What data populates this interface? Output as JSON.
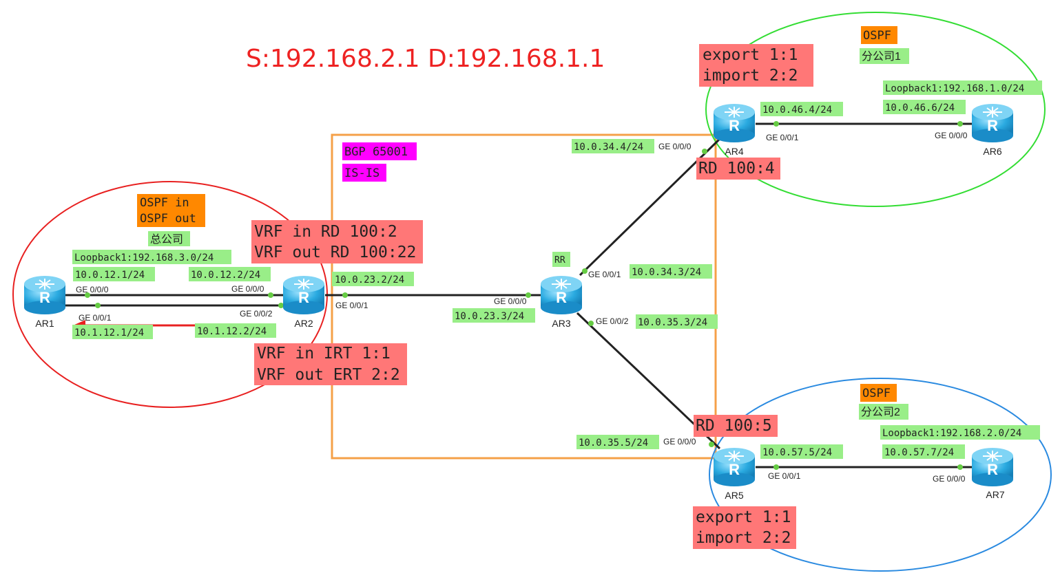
{
  "title": "S:192.168.2.1 D:192.168.1.1",
  "domains": {
    "bgp": "BGP 65001",
    "isis": "IS-IS",
    "hq_protocol": [
      "OSPF in",
      "OSPF out"
    ],
    "hq_name": "总公司",
    "branch1_protocol": "OSPF",
    "branch1_name": "分公司1",
    "branch2_protocol": "OSPF",
    "branch2_name": "分公司2"
  },
  "routers": {
    "ar1": "AR1",
    "ar2": "AR2",
    "ar3": "AR3",
    "ar3_role": "RR",
    "ar4": "AR4",
    "ar5": "AR5",
    "ar6": "AR6",
    "ar7": "AR7"
  },
  "addresses": {
    "hq_loopback": "Loopback1:192.168.3.0/24",
    "ar1_ge000": "10.0.12.1/24",
    "ar2_ge000": "10.0.12.2/24",
    "ar1_ge001": "10.1.12.1/24",
    "ar2_ge002": "10.1.12.2/24",
    "ar2_ge001": "10.0.23.2/24",
    "ar3_ge000": "10.0.23.3/24",
    "ar3_ge001": "10.0.34.3/24",
    "ar3_ge002": "10.0.35.3/24",
    "ar4_ge000": "10.0.34.4/24",
    "ar4_ge001": "10.0.46.4/24",
    "ar6_ge000": "10.0.46.6/24",
    "branch1_loopback": "Loopback1:192.168.1.0/24",
    "ar5_ge000": "10.0.35.5/24",
    "ar5_ge001": "10.0.57.5/24",
    "ar7_ge000": "10.0.57.7/24",
    "branch2_loopback": "Loopback1:192.168.2.0/24"
  },
  "ports": {
    "ar1_ge000": "GE 0/0/0",
    "ar1_ge001": "GE 0/0/1",
    "ar2_ge000": "GE 0/0/0",
    "ar2_ge002": "GE 0/0/2",
    "ar2_ge001": "GE 0/0/1",
    "ar3_ge000": "GE 0/0/0",
    "ar3_ge001": "GE 0/0/1",
    "ar3_ge002": "GE 0/0/2",
    "ar4_ge000": "GE 0/0/0",
    "ar4_ge001": "GE 0/0/1",
    "ar6_ge000": "GE 0/0/0",
    "ar5_ge000": "GE 0/0/0",
    "ar5_ge001": "GE 0/0/1",
    "ar7_ge000": "GE 0/0/0"
  },
  "vrf_config": {
    "ar2_rd": [
      "VRF in RD 100:2",
      "VRF out RD 100:22"
    ],
    "ar2_rt": [
      "VRF in IRT 1:1",
      "VRF out ERT 2:2"
    ],
    "ar4_rt": [
      "export 1:1",
      "import 2:2"
    ],
    "ar4_rd": "RD 100:4",
    "ar5_rd": "RD 100:5",
    "ar5_rt": [
      "export 1:1",
      "import 2:2"
    ]
  },
  "colors": {
    "title": "#ee2222",
    "label_green": "#99ee88",
    "label_orange": "#ff8800",
    "label_magenta": "#ff00ff",
    "label_red": "#ff7777",
    "hq_circle": "#e82020",
    "branch1_circle": "#33dd33",
    "branch2_circle": "#2a8ae0",
    "bgp_box": "#f5a048",
    "router": "#2aaae0"
  }
}
